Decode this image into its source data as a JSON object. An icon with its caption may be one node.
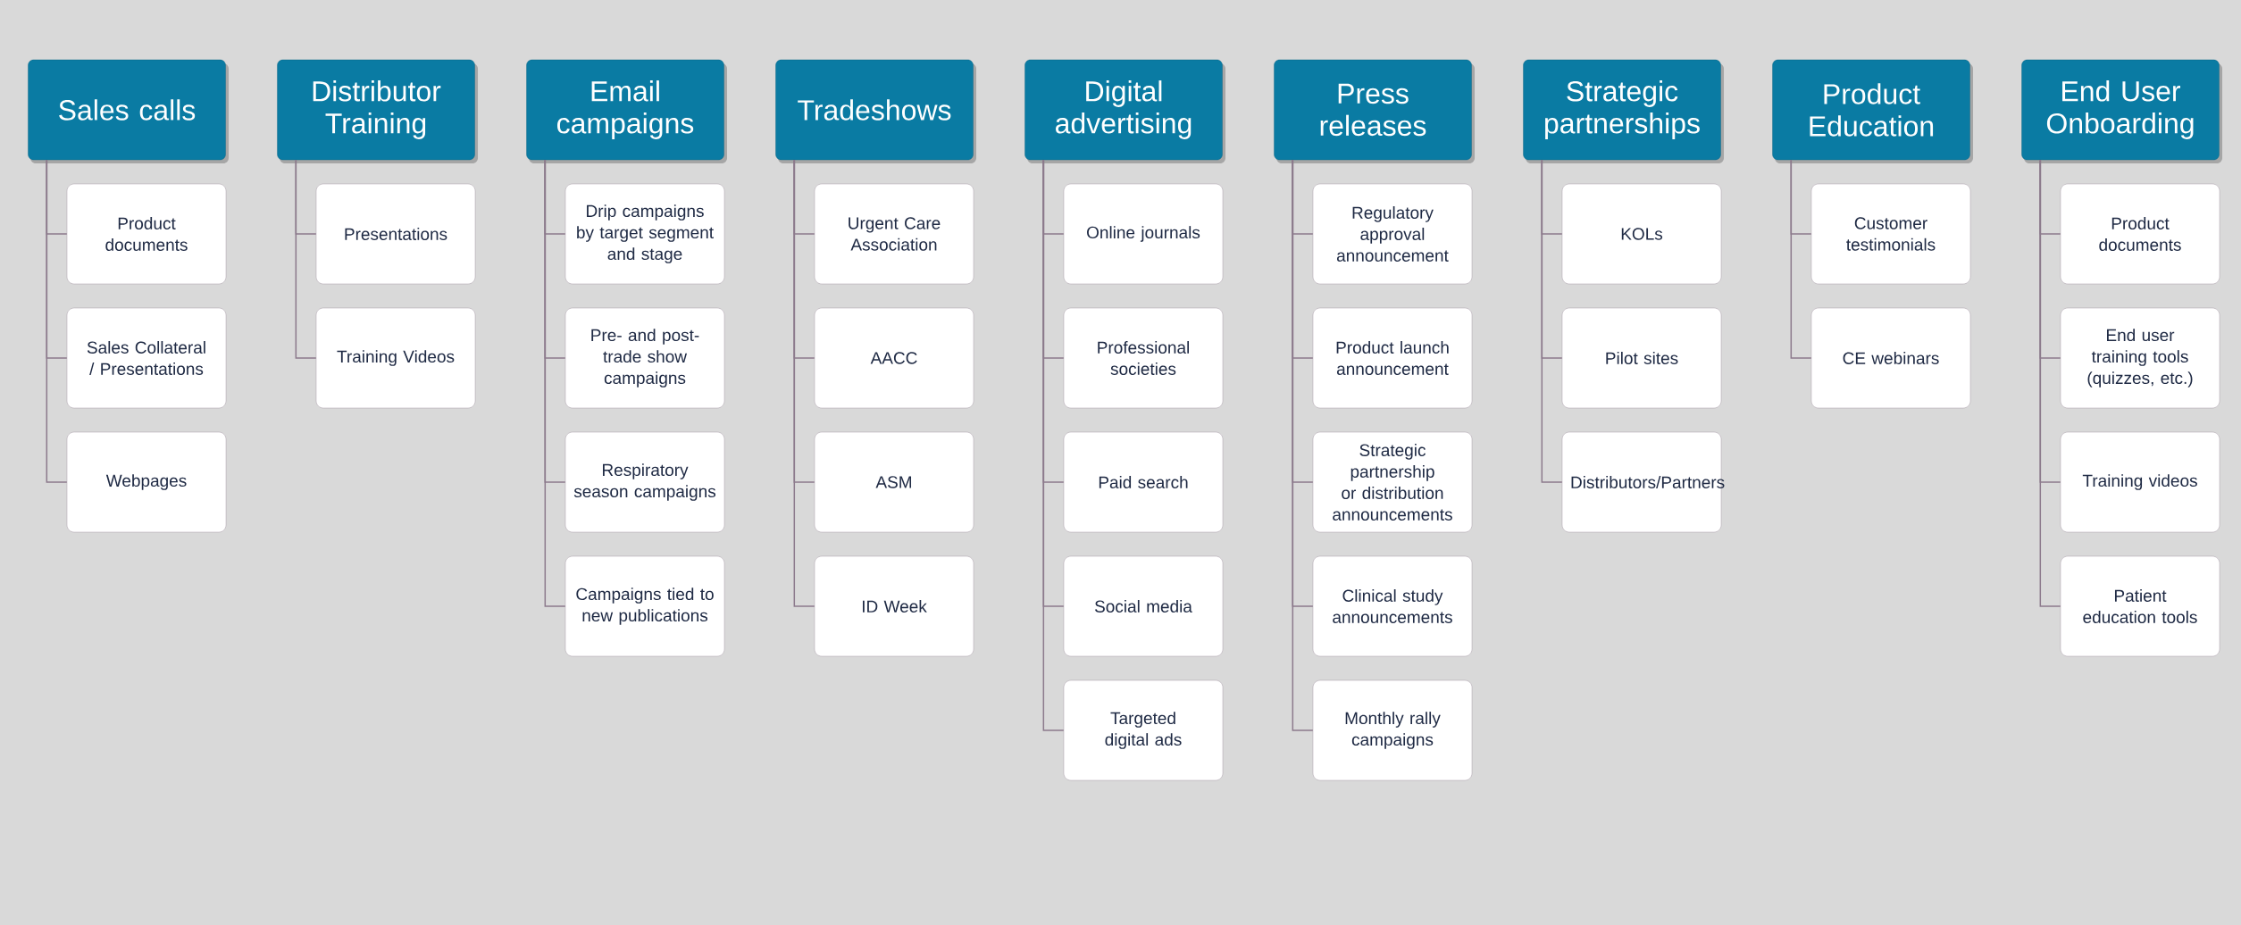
{
  "diagram": {
    "nodes": [
      {
        "text": [
          "Sales calls"
        ]
      },
      {
        "text": [
          "Product documents"
        ]
      },
      {
        "text": [
          "Sales Collateral / Presentations"
        ]
      },
      {
        "text": [
          "Webpages"
        ]
      },
      {
        "text": [
          "Distributor Training"
        ]
      },
      {
        "text": [
          "Presentations"
        ]
      },
      {
        "text": [
          "Training Videos"
        ]
      },
      {
        "text": [
          "Email campaigns"
        ]
      },
      {
        "text": [
          "Drip campaigns by target segment and stage"
        ]
      },
      {
        "text": [
          "Pre- and post-trade show campaigns"
        ]
      },
      {
        "text": [
          "Respiratory season campaigns"
        ]
      },
      {
        "text": [
          "Campaigns tied to new publications"
        ]
      },
      {
        "text": [
          "Tradeshows"
        ]
      },
      {
        "text": [
          "Urgent Care Association"
        ]
      },
      {
        "text": [
          "AACC"
        ]
      },
      {
        "text": [
          "ASM"
        ]
      },
      {
        "text": [
          "ID Week"
        ]
      },
      {
        "text": [
          "Digital advertising"
        ]
      },
      {
        "text": [
          "Online journals"
        ]
      },
      {
        "text": [
          "Professional societies"
        ]
      },
      {
        "text": [
          "Paid search"
        ]
      },
      {
        "text": [
          "Social media"
        ]
      },
      {
        "text": [
          "Targeted digital ads"
        ]
      },
      {
        "text": [
          "Press releases"
        ]
      },
      {
        "text": [
          "Regulatory approval announcement"
        ]
      },
      {
        "text": [
          "Product launch announcement"
        ]
      },
      {
        "text": [
          "Strategic partnership or distribution announcements"
        ]
      },
      {
        "text": [
          "Clinical study announcements"
        ]
      },
      {
        "text": [
          "Monthly rally campaigns"
        ]
      },
      {
        "text": [
          "Strategic partnerships"
        ]
      },
      {
        "text": [
          "KOLs"
        ]
      },
      {
        "text": [
          "Pilot sites"
        ]
      },
      {
        "text": [
          "Distributors/Partners"
        ]
      },
      {
        "text": [
          "Product Education"
        ]
      },
      {
        "text": [
          "Customer testimonials"
        ]
      },
      {
        "text": [
          "CE webinars"
        ]
      },
      {
        "text": [
          "End User Onboarding"
        ]
      },
      {
        "text": [
          "Product documents"
        ]
      },
      {
        "text": [
          "End user training tools (quizzes, etc.)"
        ]
      },
      {
        "text": [
          "Training videos"
        ]
      },
      {
        "text": [
          "Patient education tools"
        ]
      }
    ],
    "edges": [
      {
        "from": 0,
        "to": 1,
        "arrow": "none"
      },
      {
        "from": 0,
        "to": 2,
        "arrow": "none"
      },
      {
        "from": 0,
        "to": 3,
        "arrow": "none"
      },
      {
        "from": 4,
        "to": 5,
        "arrow": "none"
      },
      {
        "from": 4,
        "to": 6,
        "arrow": "none"
      },
      {
        "from": 7,
        "to": 8,
        "arrow": "none"
      },
      {
        "from": 7,
        "to": 9,
        "arrow": "none"
      },
      {
        "from": 7,
        "to": 10,
        "arrow": "none"
      },
      {
        "from": 7,
        "to": 11,
        "arrow": "none"
      },
      {
        "from": 12,
        "to": 13,
        "arrow": "none"
      },
      {
        "from": 12,
        "to": 14,
        "arrow": "none"
      },
      {
        "from": 12,
        "to": 15,
        "arrow": "none"
      },
      {
        "from": 12,
        "to": 16,
        "arrow": "none"
      },
      {
        "from": 17,
        "to": 18,
        "arrow": "none"
      },
      {
        "from": 17,
        "to": 19,
        "arrow": "none"
      },
      {
        "from": 17,
        "to": 20,
        "arrow": "none"
      },
      {
        "from": 17,
        "to": 21,
        "arrow": "none"
      },
      {
        "from": 17,
        "to": 22,
        "arrow": "none"
      },
      {
        "from": 23,
        "to": 24,
        "arrow": "none"
      },
      {
        "from": 23,
        "to": 25,
        "arrow": "none"
      },
      {
        "from": 23,
        "to": 26,
        "arrow": "none"
      },
      {
        "from": 23,
        "to": 27,
        "arrow": "none"
      },
      {
        "from": 23,
        "to": 28,
        "arrow": "none"
      },
      {
        "from": 29,
        "to": 30,
        "arrow": "none"
      },
      {
        "from": 29,
        "to": 31,
        "arrow": "none"
      },
      {
        "from": 29,
        "to": 32,
        "arrow": "none"
      },
      {
        "from": 33,
        "to": 34,
        "arrow": "none"
      },
      {
        "from": 33,
        "to": 35,
        "arrow": "none"
      },
      {
        "from": 36,
        "to": 37,
        "arrow": "none"
      },
      {
        "from": 36,
        "to": 38,
        "arrow": "none"
      },
      {
        "from": 36,
        "to": 39,
        "arrow": "none"
      },
      {
        "from": 36,
        "to": 40,
        "arrow": "none"
      }
    ]
  }
}
